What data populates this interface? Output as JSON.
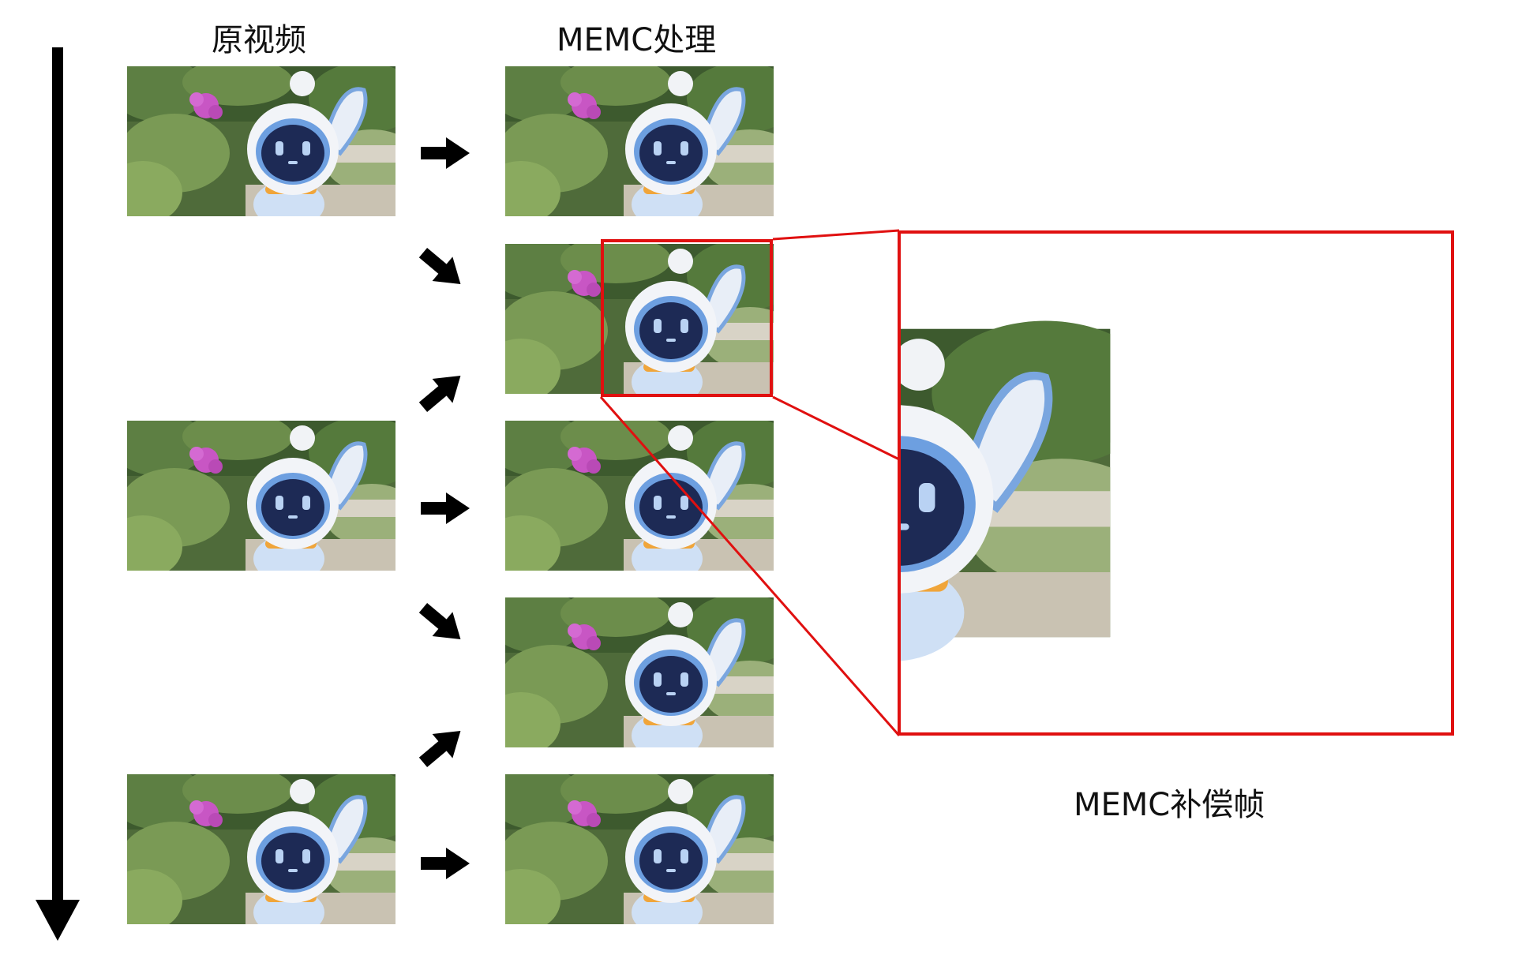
{
  "labels": {
    "original_video": "原视频",
    "memc_processing": "MEMC处理",
    "memc_compensated_frame": "MEMC补偿帧"
  },
  "colors": {
    "arrow": "#000000",
    "highlight": "#e01010"
  },
  "original_frames": [
    "frame-1",
    "frame-2",
    "frame-3"
  ],
  "memc_frames": [
    "frame-1",
    "interpolated-1",
    "frame-2",
    "interpolated-2",
    "frame-3"
  ]
}
